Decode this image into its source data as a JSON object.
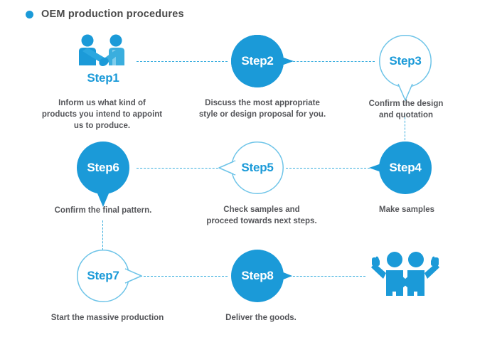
{
  "header": {
    "bullet_color": "#1b9ad8",
    "title": "OEM production procedures"
  },
  "theme": {
    "brand_blue": "#1b9ad8",
    "light_blue": "#3aaede",
    "outline_blue": "#6ec4e8",
    "caption_gray": "#55565a"
  },
  "steps": [
    {
      "id": "step1",
      "label": "Step1",
      "style": "icon",
      "icon": "handshake-icon",
      "caption": "Inform us what kind of\nproducts you intend to appoint\nus to produce."
    },
    {
      "id": "step2",
      "label": "Step2",
      "style": "filled",
      "tail": "right",
      "caption": "Discuss the most appropriate\nstyle or design proposal for you."
    },
    {
      "id": "step3",
      "label": "Step3",
      "style": "outline",
      "tail": "bottom",
      "caption": "Confirm the design\nand quotation"
    },
    {
      "id": "step4",
      "label": "Step4",
      "style": "filled",
      "tail": "left",
      "caption": "Make samples"
    },
    {
      "id": "step5",
      "label": "Step5",
      "style": "outline",
      "tail": "left",
      "caption": "Check samples and\nproceed towards next steps."
    },
    {
      "id": "step6",
      "label": "Step6",
      "style": "filled",
      "tail": "bottom",
      "caption": "Confirm the final pattern."
    },
    {
      "id": "step7",
      "label": "Step7",
      "style": "outline",
      "tail": "right",
      "caption": "Start the massive production"
    },
    {
      "id": "step8",
      "label": "Step8",
      "style": "filled",
      "tail": "right",
      "caption": "Deliver the goods."
    },
    {
      "id": "step9",
      "label": "",
      "style": "icon",
      "icon": "celebrate-icon",
      "caption": ""
    }
  ]
}
